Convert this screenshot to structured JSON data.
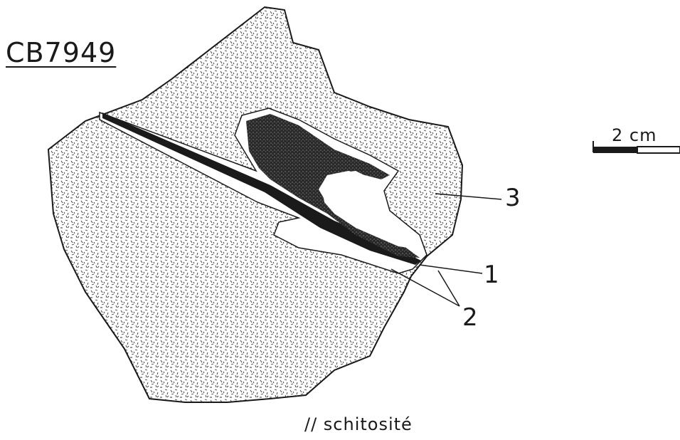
{
  "sample_id": "CB7949",
  "labels": {
    "one": "1",
    "two": "2",
    "three": "3"
  },
  "scale": {
    "label": "2 cm"
  },
  "caption": "// schitosité",
  "colors": {
    "ink": "#1a1a1a",
    "background": "#ffffff",
    "matrix": "#f2f2f2"
  }
}
